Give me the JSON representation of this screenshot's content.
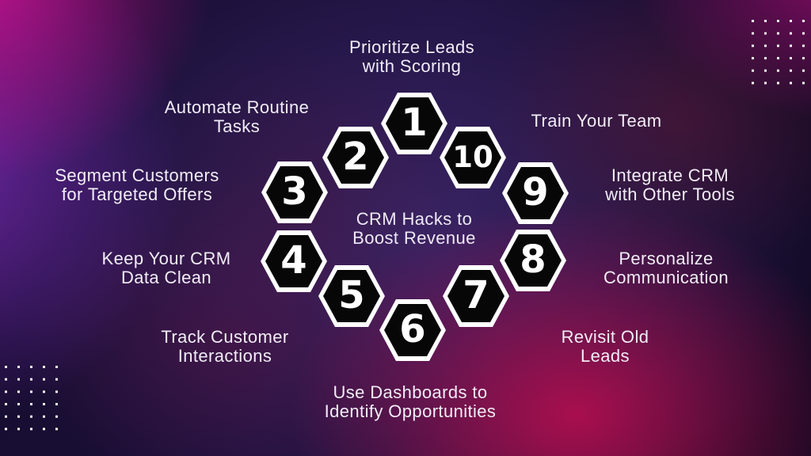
{
  "title": {
    "line1": "CRM Hacks to",
    "line2": "Boost Revenue"
  },
  "items": [
    {
      "number": "1",
      "label": "Prioritize Leads with Scoring",
      "line1": "Prioritize Leads",
      "line2": "with Scoring"
    },
    {
      "number": "2",
      "label": "Automate Routine Tasks",
      "line1": "Automate Routine",
      "line2": "Tasks"
    },
    {
      "number": "3",
      "label": "Segment Customers for Targeted Offers",
      "line1": "Segment Customers",
      "line2": "for Targeted Offers"
    },
    {
      "number": "4",
      "label": "Keep Your CRM Data Clean",
      "line1": "Keep Your CRM",
      "line2": "Data Clean"
    },
    {
      "number": "5",
      "label": "Track Customer Interactions",
      "line1": "Track Customer",
      "line2": "Interactions"
    },
    {
      "number": "6",
      "label": "Use Dashboards to Identify Opportunities",
      "line1": "Use Dashboards to",
      "line2": "Identify Opportunities"
    },
    {
      "number": "7",
      "label": "Revisit Old Leads",
      "line1": "Revisit Old",
      "line2": "Leads"
    },
    {
      "number": "8",
      "label": "Personalize Communication",
      "line1": "Personalize",
      "line2": "Communication"
    },
    {
      "number": "9",
      "label": "Integrate CRM with Other Tools",
      "line1": "Integrate CRM",
      "line2": "with Other Tools"
    },
    {
      "number": "10",
      "label": "Train Your Team",
      "line1": "Train Your Team",
      "line2": ""
    }
  ],
  "colors": {
    "text": "#f1edf7",
    "hexagon_fill": "#070707",
    "hexagon_border": "#ffffff",
    "hexagon_number": "#ffffff",
    "background_base": "#150b2c",
    "center_glow": "#3e286e",
    "magenta_top_left": "#d21194",
    "purple_left": "#802cbe",
    "magenta_top_right": "#a80c76",
    "crimson_bottom_right": "#bc0e50",
    "dot_color": "#ffffff"
  },
  "decor": {
    "dot_grids": "top-right and bottom-left, 5x6 white square dots"
  }
}
